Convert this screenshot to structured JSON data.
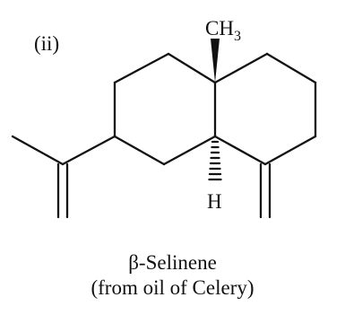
{
  "label": "(ii)",
  "atoms": {
    "methyl_c": "CH",
    "methyl_sub": "3",
    "hydrogen": "H"
  },
  "caption": {
    "line1": "β-Selinene",
    "line2": "(from oil of Celery)"
  }
}
